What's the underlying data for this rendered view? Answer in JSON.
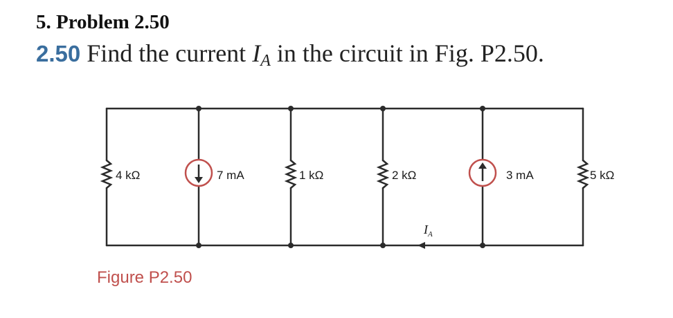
{
  "heading": "5. Problem 2.50",
  "statement": {
    "number": "2.50",
    "text_before": "Find the current",
    "var_main": "I",
    "var_sub": "A",
    "text_after": "in the circuit in Fig. P2.50."
  },
  "circuit": {
    "components": [
      {
        "type": "resistor",
        "label": "4 kΩ"
      },
      {
        "type": "current-source",
        "direction": "down",
        "label": "7 mA"
      },
      {
        "type": "resistor",
        "label": "1 kΩ"
      },
      {
        "type": "resistor",
        "label": "2 kΩ"
      },
      {
        "type": "current-source",
        "direction": "up",
        "label": "3 mA"
      },
      {
        "type": "resistor",
        "label": "5 kΩ"
      }
    ],
    "current_label_main": "I",
    "current_label_sub": "A",
    "wire_color": "#2b2b2b",
    "source_color": "#c0504d"
  },
  "caption": "Figure P2.50"
}
